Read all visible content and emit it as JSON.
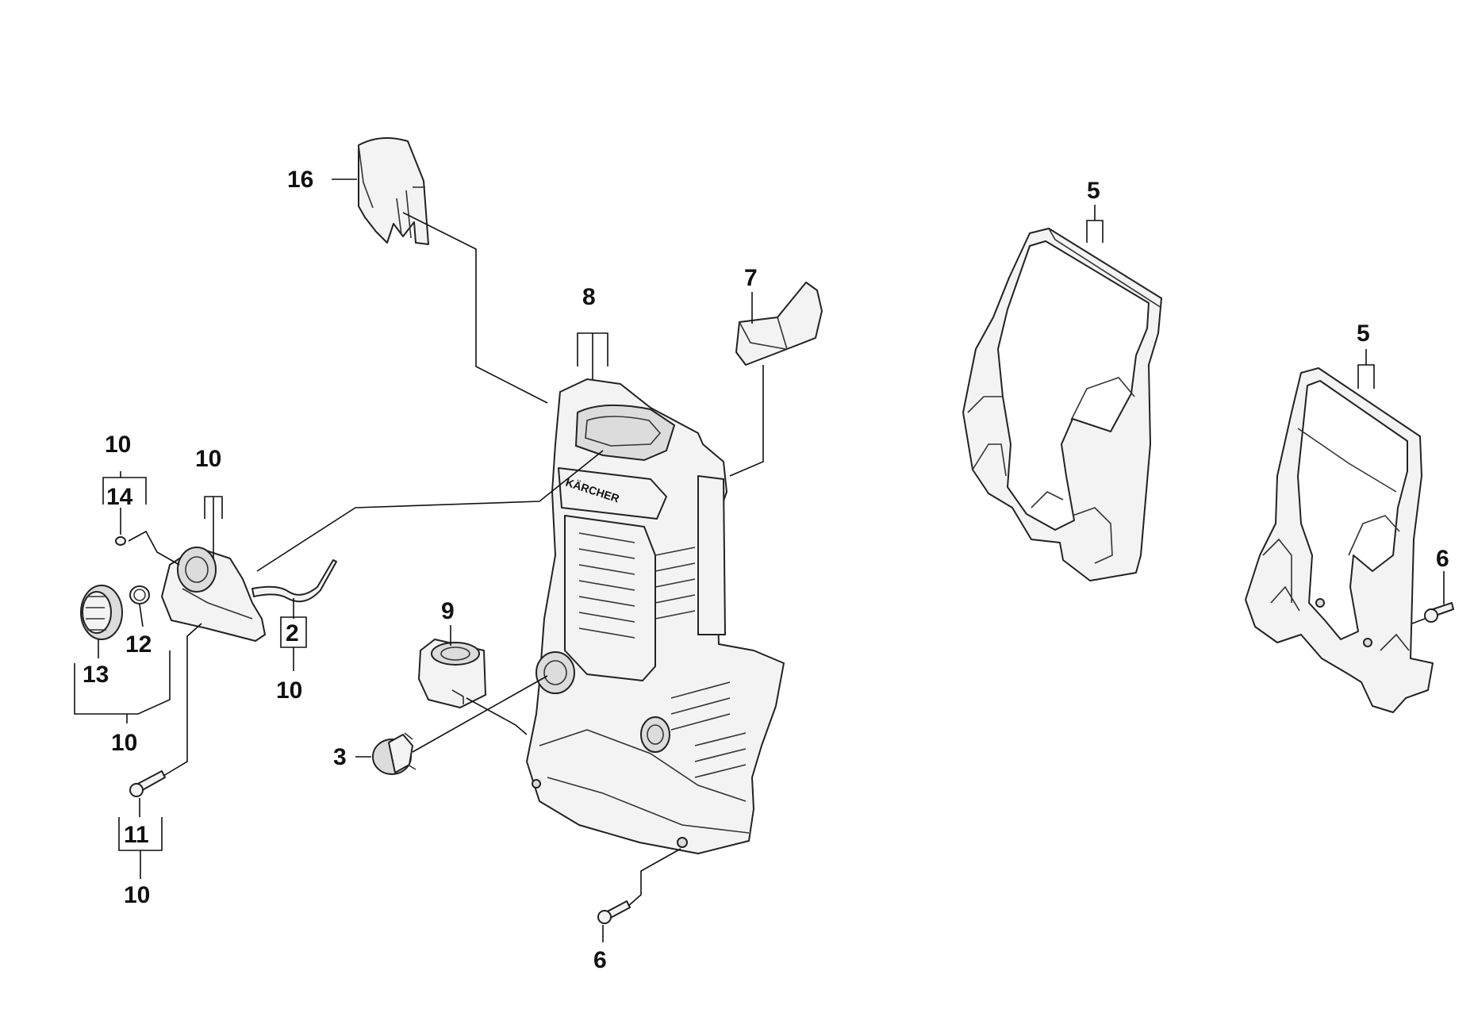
{
  "brand_logo": "KÄRCHER",
  "callouts": {
    "c16": "16",
    "c5a": "5",
    "c5b": "5",
    "c7": "7",
    "c8": "8",
    "c10a": "10",
    "c14": "14",
    "c10b": "10",
    "c2": "2",
    "c10c": "10",
    "c12": "12",
    "c13": "13",
    "c10d": "10",
    "c9": "9",
    "c3": "3",
    "c6a": "6",
    "c6b": "6",
    "c11": "11",
    "c10e": "10"
  }
}
